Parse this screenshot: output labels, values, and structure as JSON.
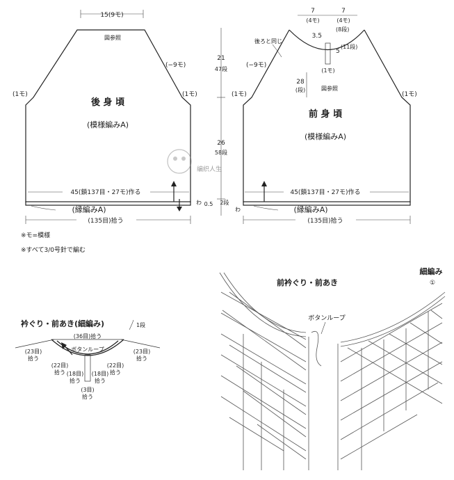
{
  "back_panel": {
    "title": "後 身 頃",
    "pattern": "(模様編みA)",
    "top_width": "15(9モ)",
    "see_figure": "図参照",
    "shoulder_slope": "(−9モ)",
    "left_corner": "(1モ)",
    "right_corner": "(1モ)",
    "cast_on": "45(鎖137目・27モ)作る",
    "border": "(縁編みA)",
    "pickup": "(135目)拾う"
  },
  "front_panel": {
    "title": "前 身 頃",
    "pattern": "(模様編みA)",
    "neck_left": "7",
    "neck_left_m": "(4モ)",
    "neck_right": "7",
    "neck_right_m": "(4モ)",
    "same_as_back": "後ろと同じ",
    "shoulder_slope": "(−9モ)",
    "slit_depth": "3.5",
    "slit_rows": "(8段)",
    "slit_width": "5",
    "slit_width_rows": "(11段)",
    "center_m": "(1モ)",
    "inner_depth": "28",
    "inner_rows": "(段)",
    "see_figure": "図参照",
    "left_corner": "(1モ)",
    "right_corner": "(1モ)",
    "cast_on": "45(鎖137目・27モ)作る",
    "border": "(縁編みA)",
    "pickup": "(135目)拾う"
  },
  "vertical_dims": {
    "armhole": "21",
    "armhole_rows": "47段",
    "body": "26",
    "body_rows": "58段",
    "border": "0.5",
    "border_rows": "2段"
  },
  "notes": {
    "note1": "※モ=模様",
    "note2": "※すべて3/0号針で編む"
  },
  "watermark": "编织人生",
  "neck_detail": {
    "title": "衿ぐり・前あき(細編み)",
    "rows": "1段",
    "top_pickup": "(36目)拾う",
    "button_loop": "ボタンループ",
    "left_pick": "(23目)",
    "left_pick2": "拾う",
    "right_pick": "(23目)",
    "right_pick2": "拾う",
    "inner_left": "(22目)",
    "inner_left2": "拾う",
    "inner_right": "(22目)",
    "inner_right2": "拾う",
    "slit_left": "(18目)",
    "slit_left2": "拾う",
    "slit_right": "(18目)",
    "slit_right2": "拾う",
    "bottom": "(3目)",
    "bottom2": "拾う"
  },
  "stitch_chart": {
    "title": "前衿ぐり・前あき",
    "button_loop": "ボタンループ",
    "edge_label": "細編み",
    "edge_number": "①"
  }
}
